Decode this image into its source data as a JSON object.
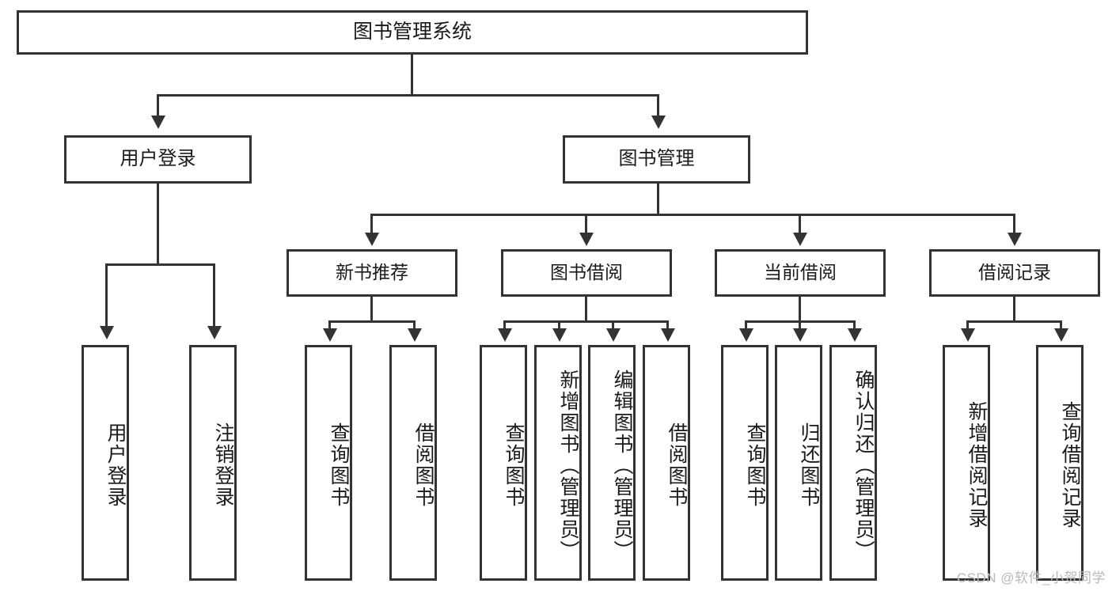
{
  "diagram": {
    "type": "tree",
    "title": "图书管理系统",
    "watermark": "CSDN @软件_小贺同学",
    "colors": {
      "stroke": "#333333",
      "fill": "#ffffff",
      "text": "#1a1a1a",
      "watermark": "#b9b9b9"
    },
    "root": {
      "label": "图书管理系统"
    },
    "level2": [
      {
        "label": "用户登录"
      },
      {
        "label": "图书管理"
      }
    ],
    "level3": [
      {
        "label": "新书推荐"
      },
      {
        "label": "图书借阅"
      },
      {
        "label": "当前借阅"
      },
      {
        "label": "借阅记录"
      }
    ],
    "leaves": {
      "user_login": [
        {
          "label": "用户登录"
        },
        {
          "label": "注销登录"
        }
      ],
      "new_book": [
        {
          "label": "查询图书"
        },
        {
          "label": "借阅图书"
        }
      ],
      "borrow_book": [
        {
          "label": "查询图书"
        },
        {
          "label": "新增图书（管理员）"
        },
        {
          "label": "编辑图书（管理员）"
        },
        {
          "label": "借阅图书"
        }
      ],
      "current_borrow": [
        {
          "label": "查询图书"
        },
        {
          "label": "归还图书"
        },
        {
          "label": "确认归还（管理员）"
        }
      ],
      "borrow_record": [
        {
          "label": "新增借阅记录"
        },
        {
          "label": "查询借阅记录"
        }
      ]
    }
  }
}
